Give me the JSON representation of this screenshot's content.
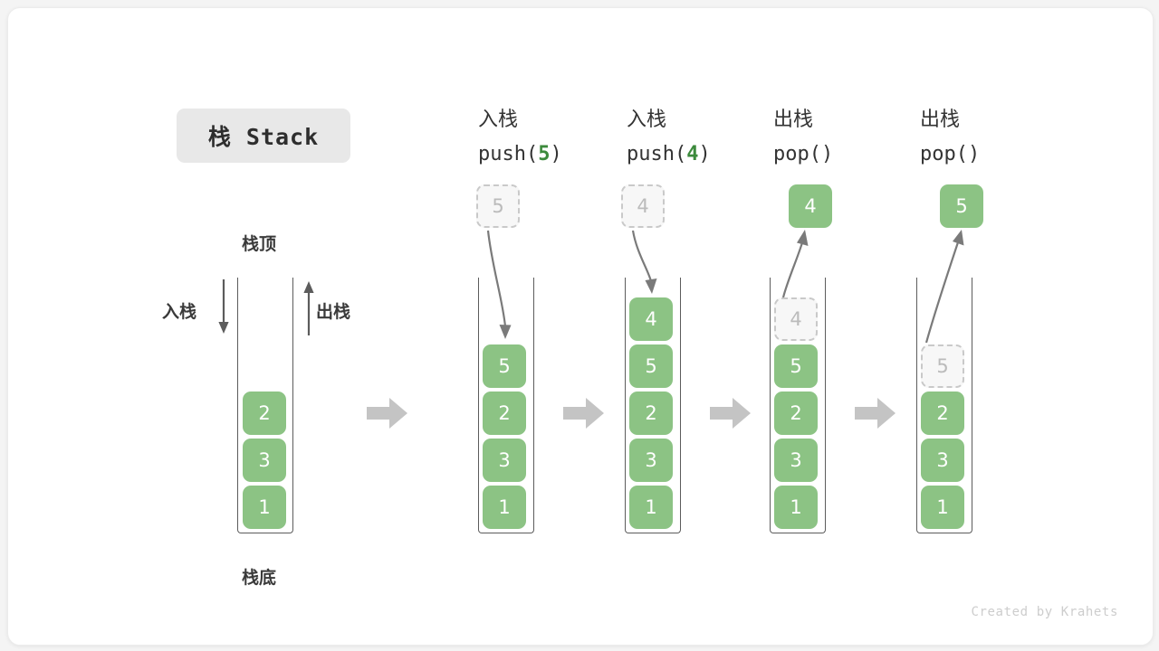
{
  "title": "栈 Stack",
  "credit": "Created by Krahets",
  "colors": {
    "cell_fill": "#8cc384",
    "cell_text": "#ffffff",
    "ghost_fill": "#f7f7f7",
    "ghost_border": "#c9c9c9",
    "ghost_text": "#bbbbbb",
    "accent_green": "#3c8a3c",
    "tube_stroke": "#5c5c5c",
    "arrow_gray": "#c4c4c4",
    "curve_gray": "#7a7a7a",
    "chip_bg": "#e8e8e8",
    "card_bg": "#ffffff",
    "page_bg": "#f4f4f4"
  },
  "legend": {
    "top_label": "栈顶",
    "bottom_label": "栈底",
    "push_label": "入栈",
    "pop_label": "出栈"
  },
  "columns": [
    {
      "id": "initial",
      "header_cjk": "",
      "header_op": "",
      "header_arg": "",
      "cells": [
        "2",
        "3",
        "1"
      ],
      "floating": null,
      "ghost_in_stack": null
    },
    {
      "id": "push-5",
      "header_cjk": "入栈",
      "header_op_prefix": "push(",
      "header_arg": "5",
      "header_op_suffix": ")",
      "cells": [
        "5",
        "2",
        "3",
        "1"
      ],
      "floating": {
        "value": "5",
        "style": "ghost"
      },
      "arrow_direction": "down",
      "ghost_in_stack": null
    },
    {
      "id": "push-4",
      "header_cjk": "入栈",
      "header_op_prefix": "push(",
      "header_arg": "4",
      "header_op_suffix": ")",
      "cells": [
        "4",
        "5",
        "2",
        "3",
        "1"
      ],
      "floating": {
        "value": "4",
        "style": "ghost"
      },
      "arrow_direction": "down",
      "ghost_in_stack": null
    },
    {
      "id": "pop-1",
      "header_cjk": "出栈",
      "header_op_prefix": "pop(",
      "header_arg": "",
      "header_op_suffix": ")",
      "cells": [
        "5",
        "2",
        "3",
        "1"
      ],
      "floating": {
        "value": "4",
        "style": "filled"
      },
      "arrow_direction": "up",
      "ghost_in_stack": {
        "value": "4"
      }
    },
    {
      "id": "pop-2",
      "header_cjk": "出栈",
      "header_op_prefix": "pop(",
      "header_arg": "",
      "header_op_suffix": ")",
      "cells": [
        "2",
        "3",
        "1"
      ],
      "floating": {
        "value": "5",
        "style": "filled"
      },
      "arrow_direction": "up",
      "ghost_in_stack": {
        "value": "5"
      }
    }
  ]
}
